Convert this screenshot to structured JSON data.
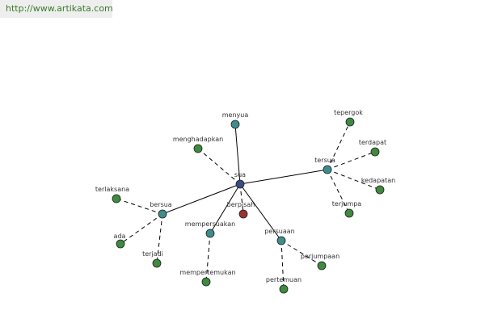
{
  "watermark": {
    "text": "http://www.artikata.com"
  },
  "colors": {
    "center": "#3b4a8c",
    "hub": "#3f8c8c",
    "leaf": "#3e8a3e",
    "special": "#9a3434",
    "edge": "#000000"
  },
  "graph": {
    "nodes": [
      {
        "id": "sua",
        "label": "sua",
        "kind": "center"
      },
      {
        "id": "menyua",
        "label": "menyua",
        "kind": "hub"
      },
      {
        "id": "menghadapkan",
        "label": "menghadapkan",
        "kind": "leaf"
      },
      {
        "id": "bersua",
        "label": "bersua",
        "kind": "hub"
      },
      {
        "id": "mempersuakan",
        "label": "mempersuakan",
        "kind": "hub"
      },
      {
        "id": "persuaan",
        "label": "persuaan",
        "kind": "hub"
      },
      {
        "id": "tersua",
        "label": "tersua",
        "kind": "hub"
      },
      {
        "id": "berpisah",
        "label": "berpisah",
        "kind": "special"
      },
      {
        "id": "tepergok",
        "label": "tepergok",
        "kind": "leaf"
      },
      {
        "id": "terdapat",
        "label": "terdapat",
        "kind": "leaf"
      },
      {
        "id": "kedapatan",
        "label": "kedapatan",
        "kind": "leaf"
      },
      {
        "id": "terjumpa",
        "label": "terjumpa",
        "kind": "leaf"
      },
      {
        "id": "terlaksana",
        "label": "terlaksana",
        "kind": "leaf"
      },
      {
        "id": "ada",
        "label": "ada",
        "kind": "leaf"
      },
      {
        "id": "terjadi",
        "label": "terjadi",
        "kind": "leaf"
      },
      {
        "id": "mempertemukan",
        "label": "mempertemukan",
        "kind": "leaf"
      },
      {
        "id": "pertemuan",
        "label": "pertemuan",
        "kind": "leaf"
      },
      {
        "id": "perjumpaan",
        "label": "perjumpaan",
        "kind": "leaf"
      }
    ],
    "edges": [
      {
        "from": "sua",
        "to": "menyua",
        "style": "solid"
      },
      {
        "from": "sua",
        "to": "tersua",
        "style": "solid"
      },
      {
        "from": "sua",
        "to": "bersua",
        "style": "solid"
      },
      {
        "from": "sua",
        "to": "mempersuakan",
        "style": "solid"
      },
      {
        "from": "sua",
        "to": "persuaan",
        "style": "solid"
      },
      {
        "from": "sua",
        "to": "menghadapkan",
        "style": "dashed"
      },
      {
        "from": "sua",
        "to": "berpisah",
        "style": "dashed"
      },
      {
        "from": "tersua",
        "to": "tepergok",
        "style": "dashed"
      },
      {
        "from": "tersua",
        "to": "terdapat",
        "style": "dashed"
      },
      {
        "from": "tersua",
        "to": "kedapatan",
        "style": "dashed"
      },
      {
        "from": "tersua",
        "to": "terjumpa",
        "style": "dashed"
      },
      {
        "from": "bersua",
        "to": "terlaksana",
        "style": "dashed"
      },
      {
        "from": "bersua",
        "to": "ada",
        "style": "dashed"
      },
      {
        "from": "bersua",
        "to": "terjadi",
        "style": "dashed"
      },
      {
        "from": "mempersuakan",
        "to": "mempertemukan",
        "style": "dashed"
      },
      {
        "from": "persuaan",
        "to": "pertemuan",
        "style": "dashed"
      },
      {
        "from": "persuaan",
        "to": "perjumpaan",
        "style": "dashed"
      }
    ]
  }
}
